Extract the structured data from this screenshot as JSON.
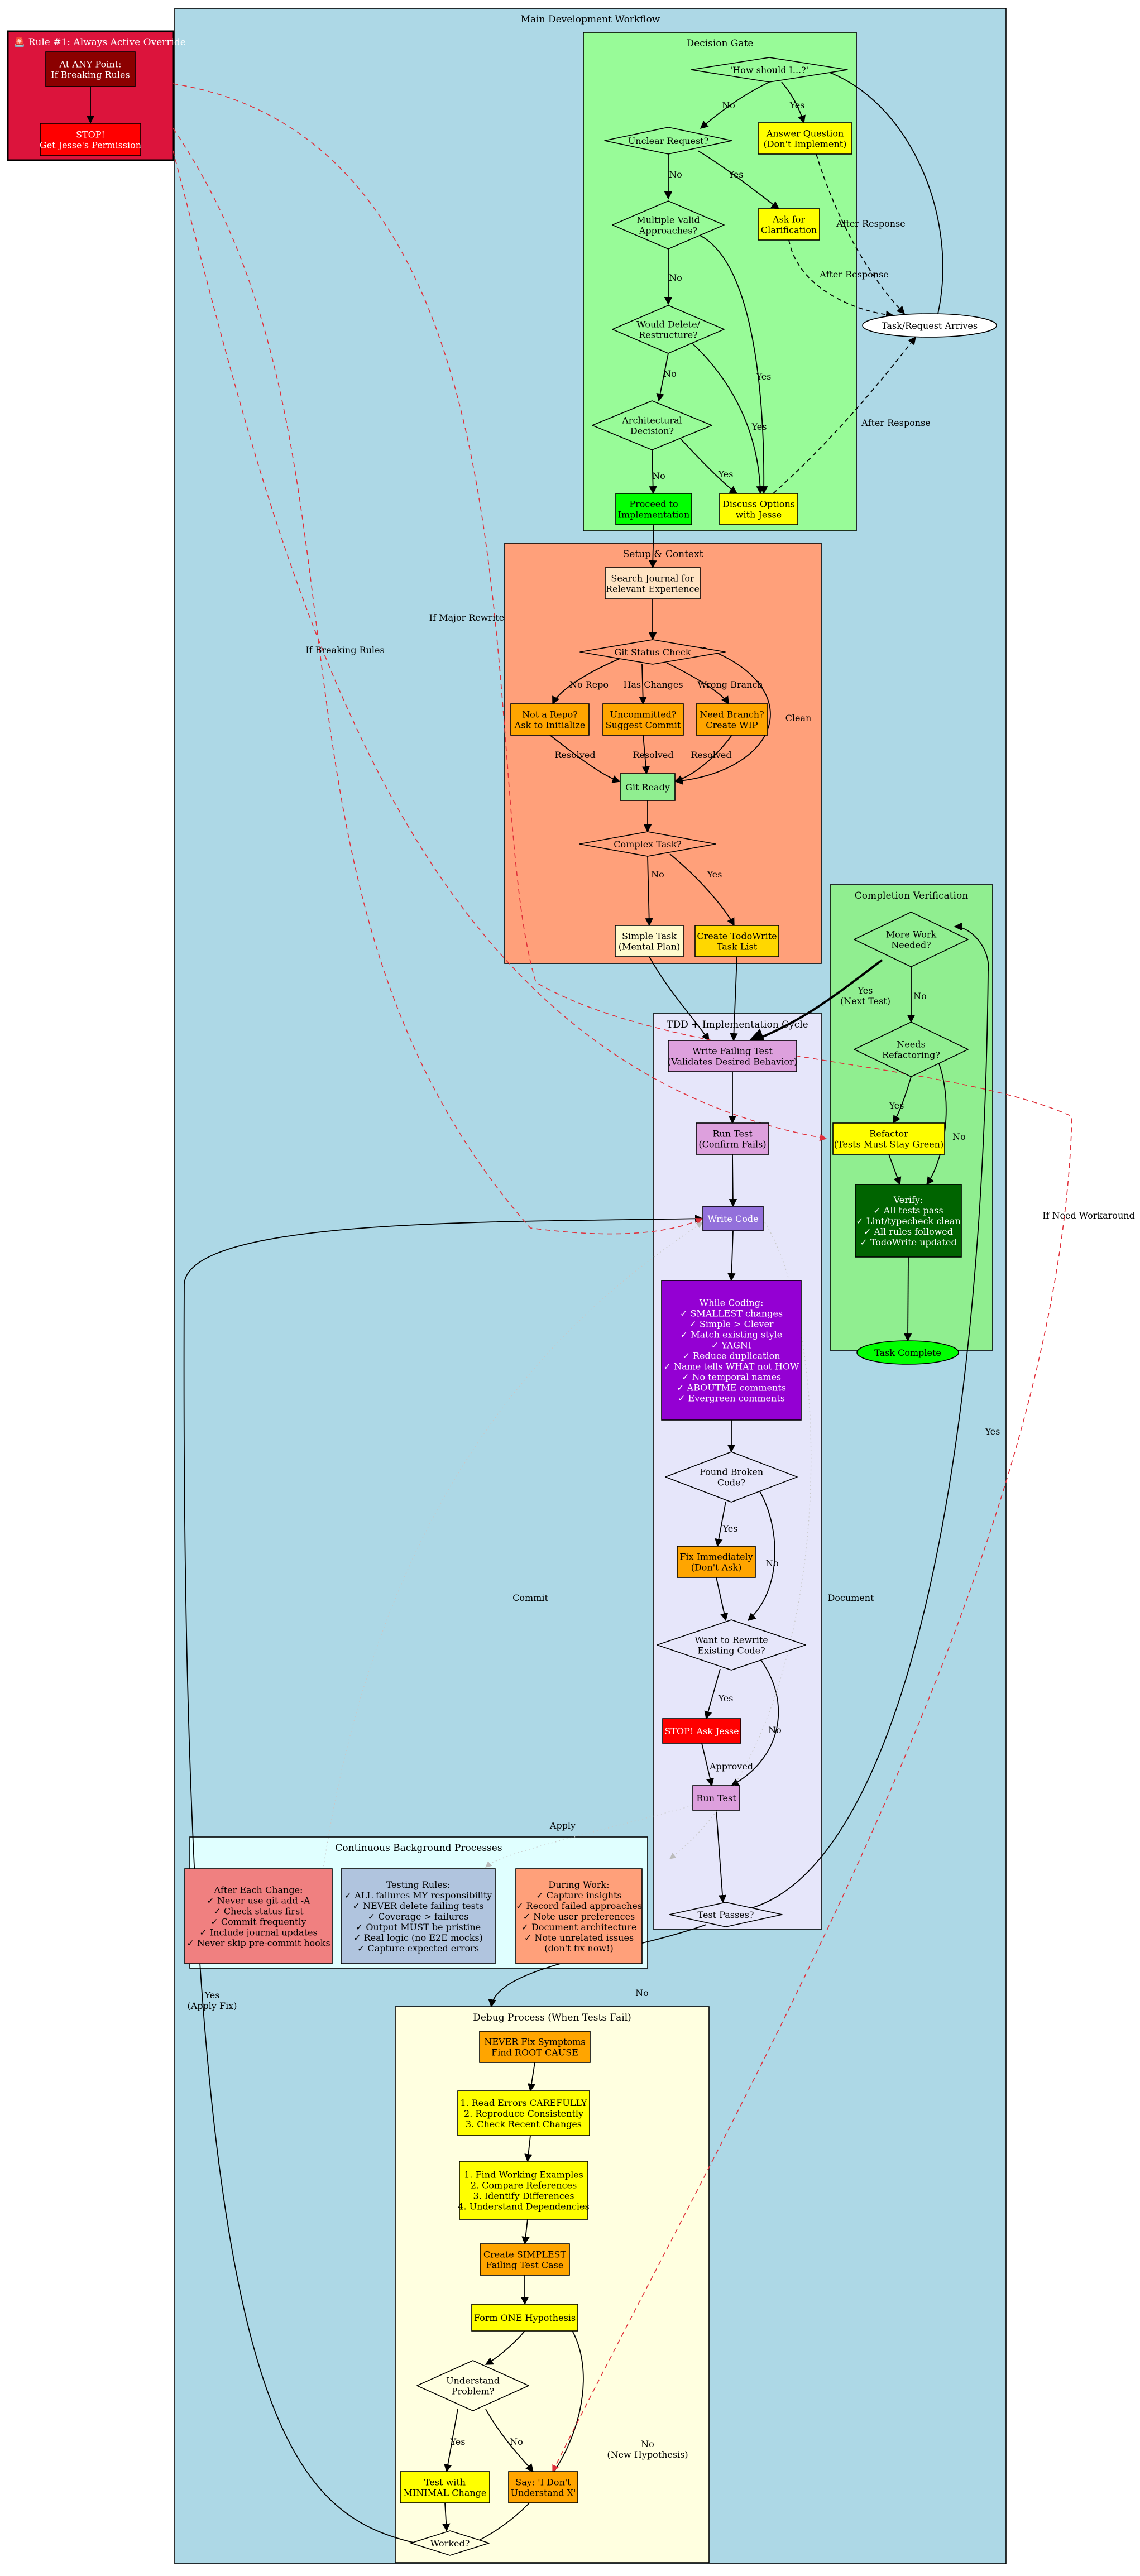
{
  "clusters": {
    "rule1": "🚨 Rule #1: Always Active Override",
    "main": "Main Development Workflow",
    "decision": "Decision Gate",
    "setup": "Setup & Context",
    "completion": "Completion Verification",
    "tdd": "TDD + Implementation Cycle",
    "background": "Continuous Background Processes",
    "debug": "Debug Process (When Tests Fail)"
  },
  "colors": {
    "main_bg": "#add8e6",
    "decision_bg": "#98fb98",
    "setup_bg": "#ffa07a",
    "completion_bg": "#90ee90",
    "tdd_bg": "#e6e6fa",
    "background_bg": "#e0ffff",
    "debug_bg": "#ffffe0",
    "rule1_bg": "#dc143c",
    "red_dashed": "#e0303a",
    "gray_dotted": "#c8c8c8"
  },
  "nodes": {
    "rule_any": [
      "At ANY Point:",
      "If Breaking Rules"
    ],
    "rule_stop": [
      "STOP!",
      "Get Jesse's Permission"
    ],
    "how": [
      "'How should I...?'"
    ],
    "answer": [
      "Answer Question",
      "(Don't Implement)"
    ],
    "unclear": [
      "Unclear Request?"
    ],
    "ask_clar": [
      "Ask for",
      "Clarification"
    ],
    "multiple": [
      "Multiple Valid",
      "Approaches?"
    ],
    "delete": [
      "Would Delete/",
      "Restructure?"
    ],
    "arch": [
      "Architectural",
      "Decision?"
    ],
    "proceed": [
      "Proceed to",
      "Implementation"
    ],
    "discuss": [
      "Discuss Options",
      "with Jesse"
    ],
    "task": [
      "Task/Request Arrives"
    ],
    "search": [
      "Search Journal for",
      "Relevant Experience"
    ],
    "git": [
      "Git Status Check"
    ],
    "not_repo": [
      "Not a Repo?",
      "Ask to Initialize"
    ],
    "uncommitted": [
      "Uncommitted?",
      "Suggest Commit"
    ],
    "branch": [
      "Need Branch?",
      "Create WIP"
    ],
    "git_ready": [
      "Git Ready"
    ],
    "complex": [
      "Complex Task?"
    ],
    "simple": [
      "Simple Task",
      "(Mental Plan)"
    ],
    "todo": [
      "Create TodoWrite",
      "Task List"
    ],
    "more_work": [
      "More Work",
      "Needed?"
    ],
    "refactoring": [
      "Needs",
      "Refactoring?"
    ],
    "refactor": [
      "Refactor",
      "(Tests Must Stay Green)"
    ],
    "verify": [
      "Verify:",
      "✓ All tests pass",
      "✓ Lint/typecheck clean",
      "✓ All rules followed",
      "✓ TodoWrite updated"
    ],
    "complete": [
      "Task Complete"
    ],
    "write_test": [
      "Write Failing Test",
      "(Validates Desired Behavior)"
    ],
    "run_fail": [
      "Run Test",
      "(Confirm Fails)"
    ],
    "write_code": [
      "Write Code"
    ],
    "while_coding": [
      "While Coding:",
      "✓ SMALLEST changes",
      "✓ Simple > Clever",
      "✓ Match existing style",
      "✓ YAGNI",
      "✓ Reduce duplication",
      "✓ Name tells WHAT not HOW",
      "✓ No temporal names",
      "✓ ABOUTME comments",
      "✓ Evergreen comments"
    ],
    "broken": [
      "Found Broken",
      "Code?"
    ],
    "fix_now": [
      "Fix Immediately",
      "(Don't Ask)"
    ],
    "rewrite": [
      "Want to Rewrite",
      "Existing Code?"
    ],
    "stop_ask": [
      "STOP! Ask Jesse"
    ],
    "run_test": [
      "Run Test"
    ],
    "passes": [
      "Test Passes?"
    ],
    "after_change": [
      "After Each Change:",
      "✓ Never use git add -A",
      "✓ Check status first",
      "✓ Commit frequently",
      "✓ Include journal updates",
      "✓ Never skip pre-commit hooks"
    ],
    "testing_rules": [
      "Testing Rules:",
      "✓ ALL failures MY responsibility",
      "✓ NEVER delete failing tests",
      "✓ Coverage > failures",
      "✓ Output MUST be pristine",
      "✓ Real logic (no E2E mocks)",
      "✓ Capture expected errors"
    ],
    "during_work": [
      "During Work:",
      "✓ Capture insights",
      "✓ Record failed approaches",
      "✓ Note user preferences",
      "✓ Document architecture",
      "✓ Note unrelated issues",
      "(don't fix now!)"
    ],
    "root_cause": [
      "NEVER Fix Symptoms",
      "Find ROOT CAUSE"
    ],
    "read_errors": [
      "1. Read Errors CAREFULLY",
      "2. Reproduce Consistently",
      "3. Check Recent Changes"
    ],
    "find_examples": [
      "1. Find Working Examples",
      "2. Compare References",
      "3. Identify Differences",
      "4. Understand Dependencies"
    ],
    "simplest": [
      "Create SIMPLEST",
      "Failing Test Case"
    ],
    "hypothesis": [
      "Form ONE Hypothesis"
    ],
    "understand": [
      "Understand",
      "Problem?"
    ],
    "minimal": [
      "Test with",
      "MINIMAL Change"
    ],
    "dont_understand": [
      "Say: 'I Don't",
      "Understand X'"
    ],
    "worked": [
      "Worked?"
    ]
  },
  "edge_labels": {
    "no_how": "No",
    "yes_how": "Yes",
    "no_unclear": "No",
    "yes_unclear": "Yes",
    "no_multiple": "No",
    "yes_multiple": "Yes",
    "no_delete": "No",
    "yes_delete": "Yes",
    "no_arch": "No",
    "yes_arch": "Yes",
    "after1": "After Response",
    "after2": "After Response",
    "after3": "After Response",
    "no_repo": "No Repo",
    "has_changes": "Has Changes",
    "wrong_branch": "Wrong Branch",
    "clean": "Clean",
    "resolved1": "Resolved",
    "resolved2": "Resolved",
    "resolved3": "Resolved",
    "no_complex": "No",
    "yes_complex": "Yes",
    "yes_next": [
      "Yes",
      "(Next Test)"
    ],
    "no_more": "No",
    "yes_refactor": "Yes",
    "no_refactor": "No",
    "yes_broken": "Yes",
    "no_broken": "No",
    "yes_rewrite": "Yes",
    "no_rewrite": "No",
    "approved": "Approved",
    "no_passes": "No",
    "yes_passes": "Yes",
    "yes_apply": [
      "Yes",
      "(Apply Fix)"
    ],
    "yes_understand": "Yes",
    "no_understand": "No",
    "no_new": [
      "No",
      "(New Hypothesis)"
    ],
    "if_breaking": "If Breaking Rules",
    "if_major": "If Major Rewrite",
    "if_workaround": "If Need Workaround",
    "commit": "Commit",
    "document": "Document",
    "apply": "Apply"
  }
}
